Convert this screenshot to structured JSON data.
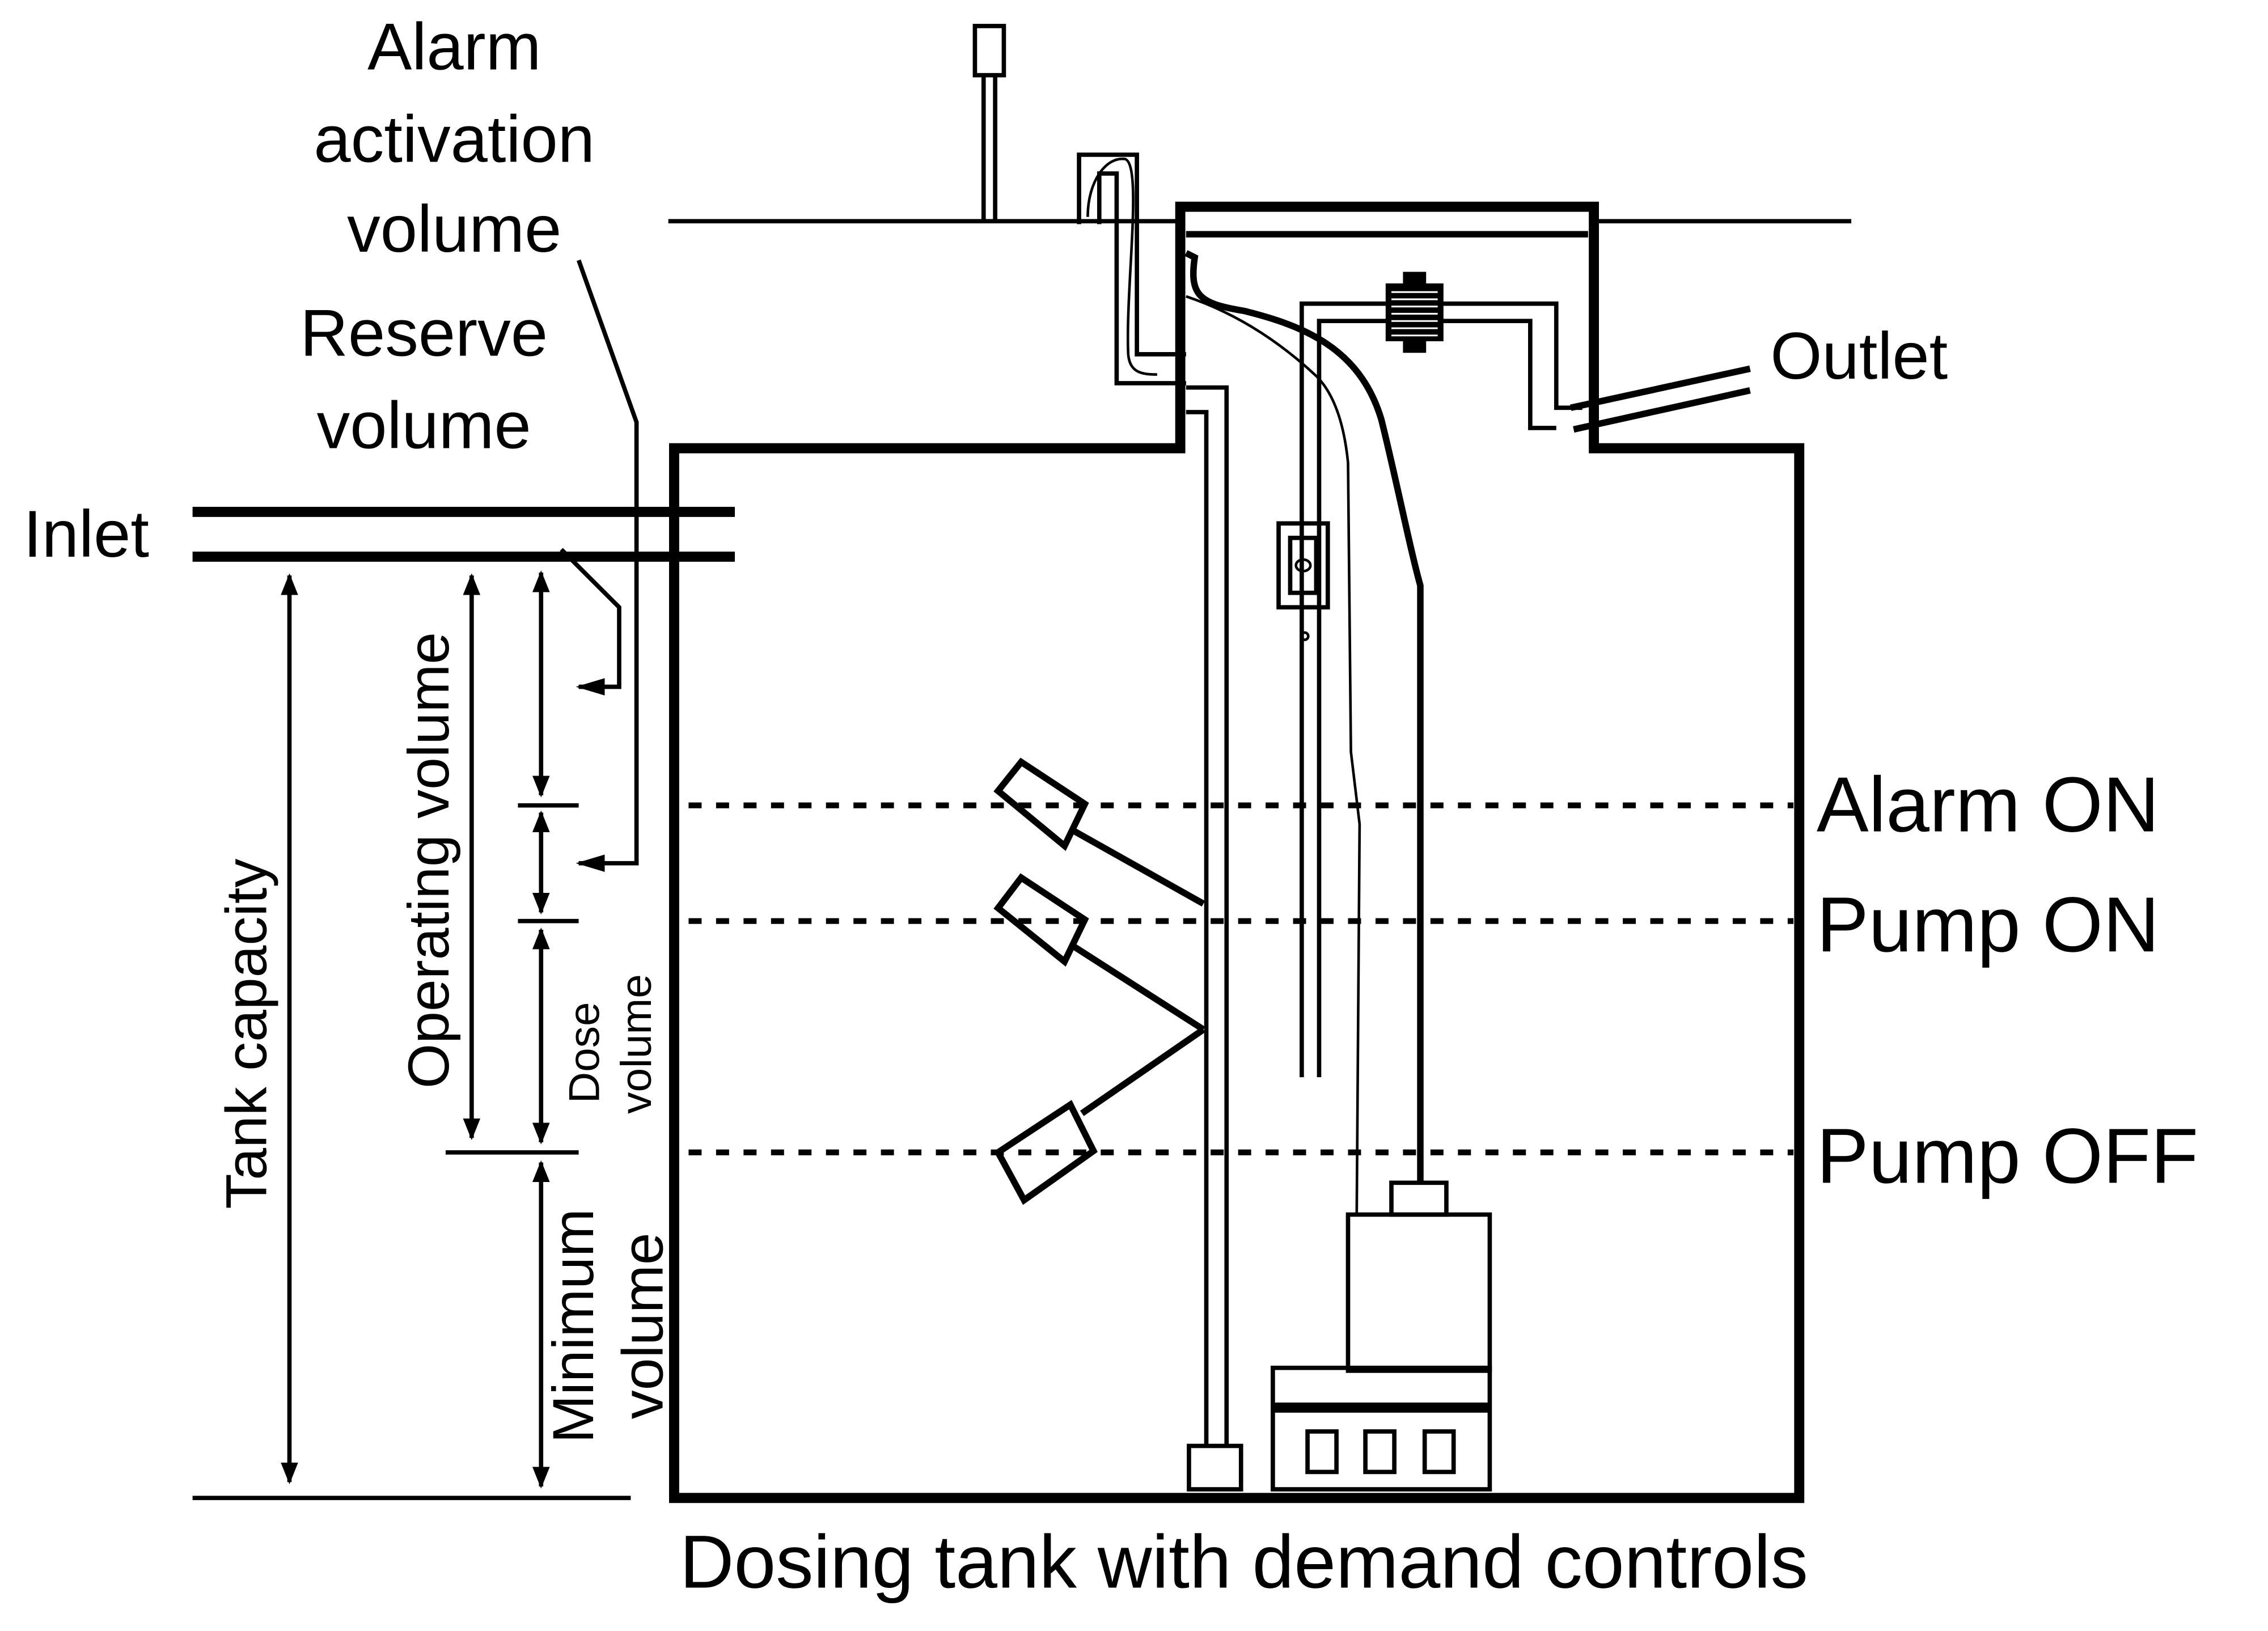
{
  "title": "Dosing tank with demand controls",
  "labels": {
    "alarm_activation_volume": [
      "Alarm",
      "activation",
      "volume"
    ],
    "reserve_volume": [
      "Reserve",
      "volume"
    ],
    "inlet": "Inlet",
    "outlet": "Outlet",
    "tank_capacity": "Tank capacity",
    "operating_volume": "Operating volume",
    "dose_volume": [
      "Dose",
      "volume"
    ],
    "minimum_volume": [
      "Minimum",
      "volume"
    ]
  },
  "levels": {
    "alarm_on": "Alarm ON",
    "pump_on": "Pump ON",
    "pump_off": "Pump OFF"
  },
  "colors": {
    "stroke": "#000000",
    "background": "#ffffff"
  }
}
